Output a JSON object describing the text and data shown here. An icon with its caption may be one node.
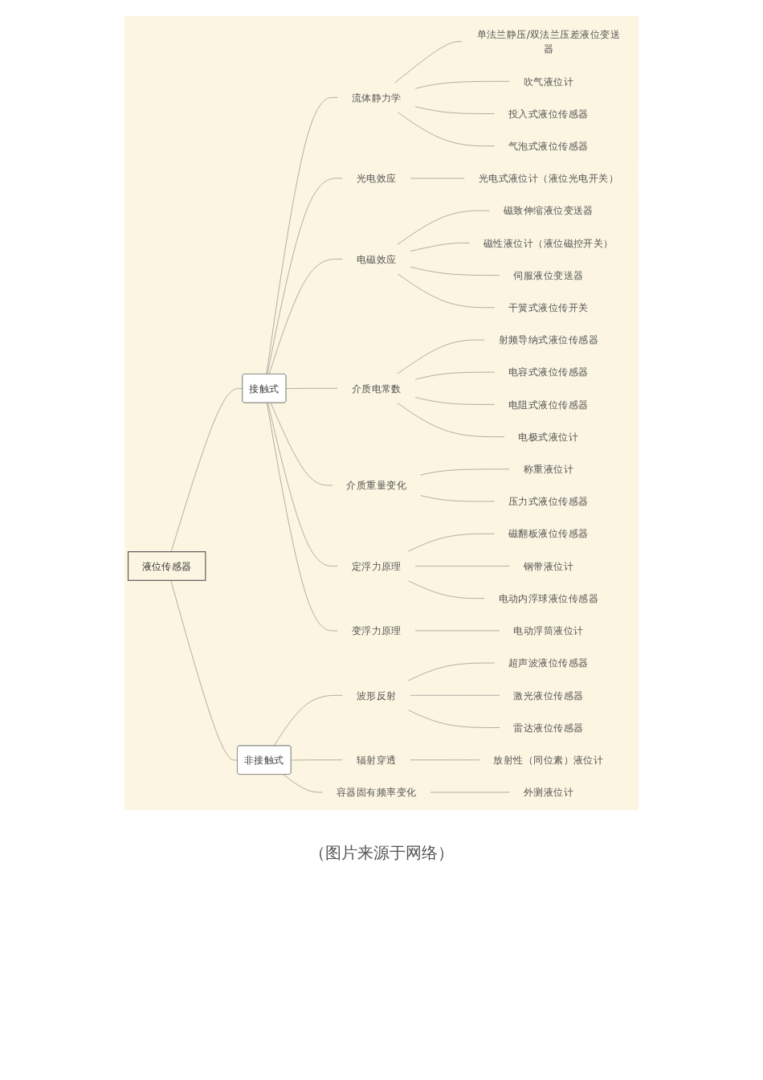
{
  "diagram": {
    "caption": "（图片来源于网络）",
    "nodes": [
      {
        "text": [
          "液位传感器"
        ]
      },
      {
        "text": [
          "接触式"
        ]
      },
      {
        "text": [
          "流体静力学"
        ]
      },
      {
        "text": [
          "单法兰静压/双法兰压差液位变送器"
        ]
      },
      {
        "text": [
          "吹气液位计"
        ]
      },
      {
        "text": [
          "投入式液位传感器"
        ]
      },
      {
        "text": [
          "气泡式液位传感器"
        ]
      },
      {
        "text": [
          "光电效应"
        ]
      },
      {
        "text": [
          "光电式液位计（液位光电开关）"
        ]
      },
      {
        "text": [
          "电磁效应"
        ]
      },
      {
        "text": [
          "磁致伸缩液位变送器"
        ]
      },
      {
        "text": [
          "磁性液位计（液位磁控开关）"
        ]
      },
      {
        "text": [
          "伺服液位变送器"
        ]
      },
      {
        "text": [
          "干簧式液位传开关"
        ]
      },
      {
        "text": [
          "介质电常数"
        ]
      },
      {
        "text": [
          "射频导纳式液位传感器"
        ]
      },
      {
        "text": [
          "电容式液位传感器"
        ]
      },
      {
        "text": [
          "电阻式液位传感器"
        ]
      },
      {
        "text": [
          "电极式液位计"
        ]
      },
      {
        "text": [
          "介质重量变化"
        ]
      },
      {
        "text": [
          "称重液位计"
        ]
      },
      {
        "text": [
          "压力式液位传感器"
        ]
      },
      {
        "text": [
          "定浮力原理"
        ]
      },
      {
        "text": [
          "磁翻板液位传感器"
        ]
      },
      {
        "text": [
          "钢带液位计"
        ]
      },
      {
        "text": [
          "电动内浮球液位传感器"
        ]
      },
      {
        "text": [
          "变浮力原理"
        ]
      },
      {
        "text": [
          "电动浮筒液位计"
        ]
      },
      {
        "text": [
          "非接触式"
        ]
      },
      {
        "text": [
          "波形反射"
        ]
      },
      {
        "text": [
          "超声波液位传感器"
        ]
      },
      {
        "text": [
          "激光液位传感器"
        ]
      },
      {
        "text": [
          "雷达液位传感器"
        ]
      },
      {
        "text": [
          "辐射穿透"
        ]
      },
      {
        "text": [
          "放射性（同位素）液位计"
        ]
      },
      {
        "text": [
          "容器固有频率变化"
        ]
      },
      {
        "text": [
          "外测液位计"
        ]
      }
    ],
    "edges": [
      {
        "from": 0,
        "to": 1,
        "arrow": "none"
      },
      {
        "from": 1,
        "to": 2,
        "arrow": "none"
      },
      {
        "from": 2,
        "to": 3,
        "arrow": "none"
      },
      {
        "from": 2,
        "to": 4,
        "arrow": "none"
      },
      {
        "from": 2,
        "to": 5,
        "arrow": "none"
      },
      {
        "from": 2,
        "to": 6,
        "arrow": "none"
      },
      {
        "from": 1,
        "to": 7,
        "arrow": "none"
      },
      {
        "from": 7,
        "to": 8,
        "arrow": "none"
      },
      {
        "from": 1,
        "to": 9,
        "arrow": "none"
      },
      {
        "from": 9,
        "to": 10,
        "arrow": "none"
      },
      {
        "from": 9,
        "to": 11,
        "arrow": "none"
      },
      {
        "from": 9,
        "to": 12,
        "arrow": "none"
      },
      {
        "from": 9,
        "to": 13,
        "arrow": "none"
      },
      {
        "from": 1,
        "to": 14,
        "arrow": "none"
      },
      {
        "from": 14,
        "to": 15,
        "arrow": "none"
      },
      {
        "from": 14,
        "to": 16,
        "arrow": "none"
      },
      {
        "from": 14,
        "to": 17,
        "arrow": "none"
      },
      {
        "from": 14,
        "to": 18,
        "arrow": "none"
      },
      {
        "from": 1,
        "to": 19,
        "arrow": "none"
      },
      {
        "from": 19,
        "to": 20,
        "arrow": "none"
      },
      {
        "from": 19,
        "to": 21,
        "arrow": "none"
      },
      {
        "from": 1,
        "to": 22,
        "arrow": "none"
      },
      {
        "from": 22,
        "to": 23,
        "arrow": "none"
      },
      {
        "from": 22,
        "to": 24,
        "arrow": "none"
      },
      {
        "from": 22,
        "to": 25,
        "arrow": "none"
      },
      {
        "from": 1,
        "to": 26,
        "arrow": "none"
      },
      {
        "from": 26,
        "to": 27,
        "arrow": "none"
      },
      {
        "from": 0,
        "to": 28,
        "arrow": "none"
      },
      {
        "from": 28,
        "to": 29,
        "arrow": "none"
      },
      {
        "from": 29,
        "to": 30,
        "arrow": "none"
      },
      {
        "from": 29,
        "to": 31,
        "arrow": "none"
      },
      {
        "from": 29,
        "to": 32,
        "arrow": "none"
      },
      {
        "from": 28,
        "to": 33,
        "arrow": "none"
      },
      {
        "from": 33,
        "to": 34,
        "arrow": "none"
      },
      {
        "from": 28,
        "to": 35,
        "arrow": "none"
      },
      {
        "from": 35,
        "to": 36,
        "arrow": "none"
      }
    ]
  }
}
